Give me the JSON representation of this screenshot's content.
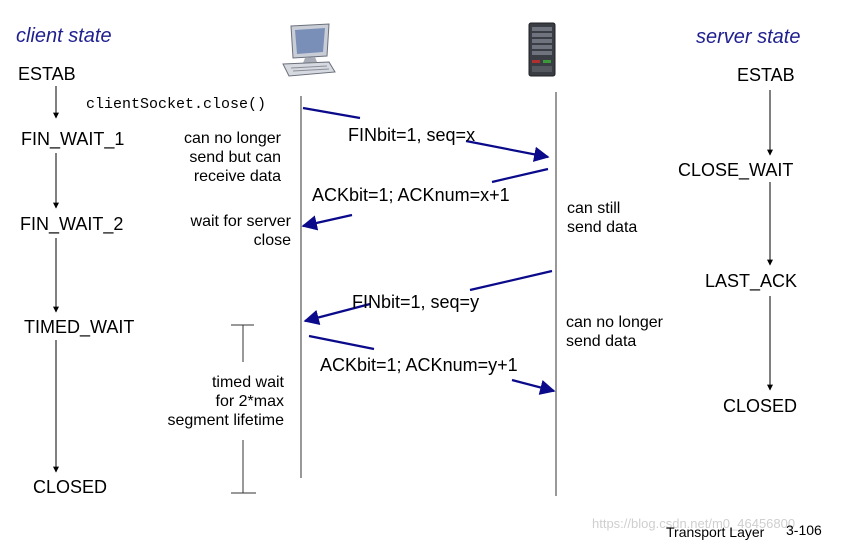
{
  "headers": {
    "client": "client state",
    "server": "server state"
  },
  "client_states": [
    "ESTAB",
    "FIN_WAIT_1",
    "FIN_WAIT_2",
    "TIMED_WAIT",
    "CLOSED"
  ],
  "server_states": [
    "ESTAB",
    "CLOSE_WAIT",
    "LAST_ACK",
    "CLOSED"
  ],
  "client_call": "clientSocket.close()",
  "messages": {
    "fin1": "FINbit=1, seq=x",
    "ack1": "ACKbit=1; ACKnum=x+1",
    "fin2": "FINbit=1, seq=y",
    "ack2": "ACKbit=1; ACKnum=y+1"
  },
  "notes": {
    "client_no_send": [
      "can no longer",
      "send but can",
      "receive data"
    ],
    "wait_server": [
      "wait for server",
      "close"
    ],
    "server_can_send": [
      "can still",
      "send data"
    ],
    "server_no_send": [
      "can no longer",
      "send data"
    ],
    "timed_wait": [
      "timed wait",
      "for 2*max",
      "segment lifetime"
    ]
  },
  "footer": {
    "title": "Transport Layer",
    "page": "3-106"
  },
  "watermark": "https://blog.csdn.net/m0_46456800",
  "colors": {
    "arrow": "#0a0a8a",
    "header": "#1f1f8f",
    "line": "#555555"
  },
  "icons": {
    "client": "computer-icon",
    "server": "server-icon"
  }
}
